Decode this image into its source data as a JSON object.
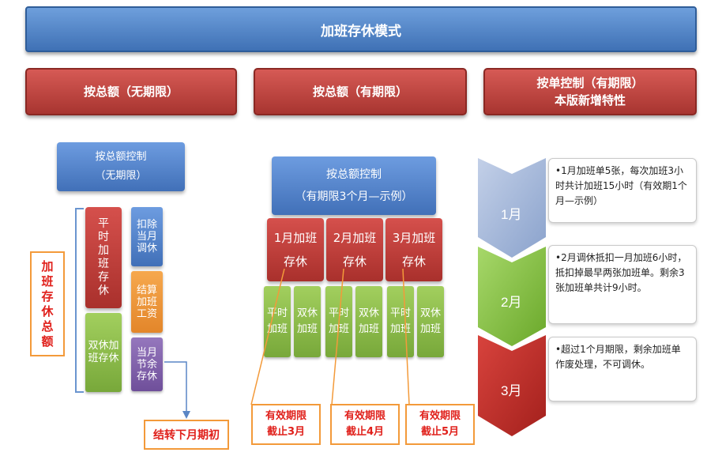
{
  "banner": {
    "title": "加班存休模式"
  },
  "headers": [
    {
      "line1": "按总额（无期限）",
      "line2": ""
    },
    {
      "line1": "按总额（有期限）",
      "line2": ""
    },
    {
      "line1": "按单控制（有期限）",
      "line2": "本版新增特性"
    }
  ],
  "col1": {
    "top_box": {
      "line1": "按总额控制",
      "line2": "（无期限）"
    },
    "left_label": "加班存休总额",
    "red_box": "平时加班存休",
    "green_box": "双休加班存休",
    "blue_box": "扣除当月调休",
    "orange_box": "结算加班工资",
    "purple_box": "当月节余存休",
    "callout": "结转下月期初"
  },
  "col2": {
    "top_box": {
      "line1": "按总额控制",
      "line2": "（有期限3个月—示例）"
    },
    "months": [
      {
        "line1": "1月加班",
        "line2": "存休",
        "sub": [
          {
            "l1": "平时",
            "l2": "加班"
          },
          {
            "l1": "双休",
            "l2": "加班"
          }
        ],
        "callout": {
          "line1": "有效期限",
          "line2": "截止3月"
        }
      },
      {
        "line1": "2月加班",
        "line2": "存休",
        "sub": [
          {
            "l1": "平时",
            "l2": "加班"
          },
          {
            "l1": "双休",
            "l2": "加班"
          }
        ],
        "callout": {
          "line1": "有效期限",
          "line2": "截止4月"
        }
      },
      {
        "line1": "3月加班",
        "line2": "存休",
        "sub": [
          {
            "l1": "平时",
            "l2": "加班"
          },
          {
            "l1": "双休",
            "l2": "加班"
          }
        ],
        "callout": {
          "line1": "有效期限",
          "line2": "截止5月"
        }
      }
    ]
  },
  "col3": {
    "steps": [
      {
        "label": "1月",
        "color": "#9fb3d6",
        "note": "•1月加班单5张，每次加班3小时共计加班15小时（有效期1个月—示例）"
      },
      {
        "label": "2月",
        "color": "#86c23f",
        "note": "•2月调休抵扣一月加班6小时，抵扣掉最早两张加班单。剩余3张加班单共计9小时。"
      },
      {
        "label": "3月",
        "color": "#c42a26",
        "note": "•超过1个月期限，剩余加班单作废处理，不可调休。"
      }
    ]
  }
}
